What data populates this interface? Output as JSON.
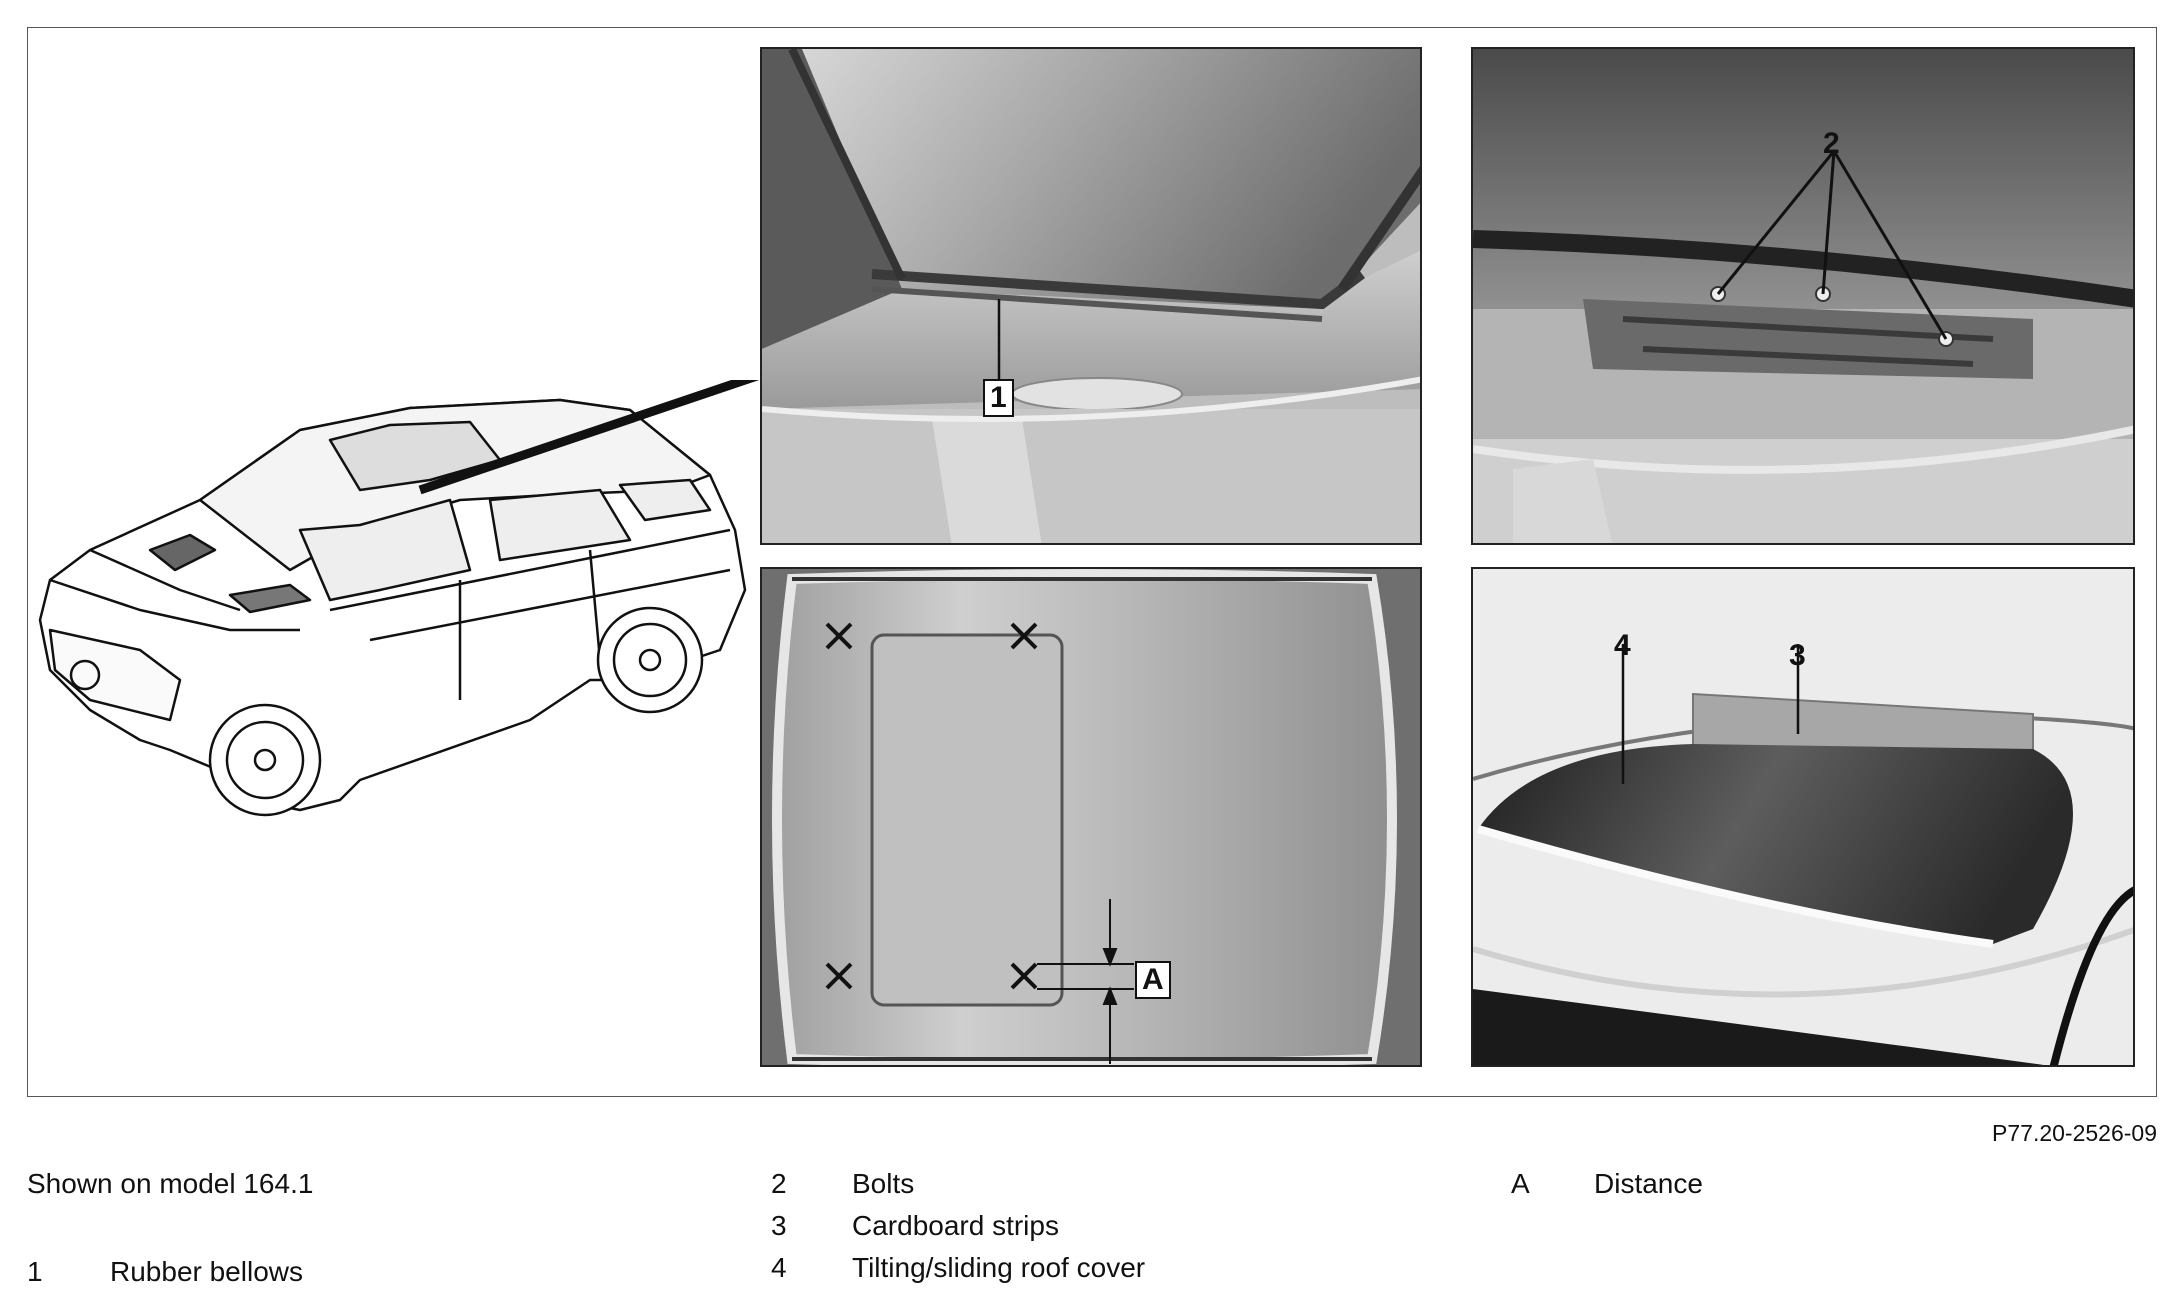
{
  "figure": {
    "reference": "P77.20-2526-09",
    "callouts": {
      "c1": "1",
      "c2": "2",
      "c3": "3",
      "c4": "4",
      "cA": "A"
    }
  },
  "legend": {
    "caption": "Shown on model 164.1",
    "items": [
      {
        "key": "1",
        "label": "Rubber bellows"
      },
      {
        "key": "2",
        "label": "Bolts"
      },
      {
        "key": "3",
        "label": "Cardboard strips"
      },
      {
        "key": "4",
        "label": "Tilting/sliding roof cover"
      },
      {
        "key": "A",
        "label": "Distance"
      }
    ]
  }
}
